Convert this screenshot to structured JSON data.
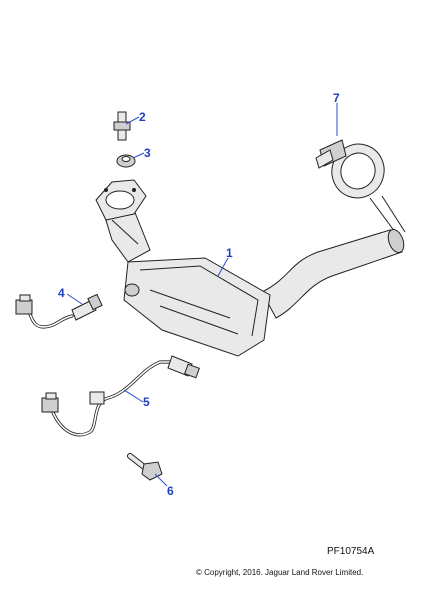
{
  "callouts": [
    {
      "id": "1",
      "label": "1"
    },
    {
      "id": "2",
      "label": "2"
    },
    {
      "id": "3",
      "label": "3"
    },
    {
      "id": "4",
      "label": "4"
    },
    {
      "id": "5",
      "label": "5"
    },
    {
      "id": "6",
      "label": "6"
    },
    {
      "id": "7",
      "label": "7"
    }
  ],
  "figure_code": "PF10754A",
  "copyright": "© Copyright, 2016. Jaguar Land Rover Limited.",
  "colors": {
    "callout": "#1f3fbf",
    "line": "#222222",
    "fill": "#e9e9e9"
  }
}
